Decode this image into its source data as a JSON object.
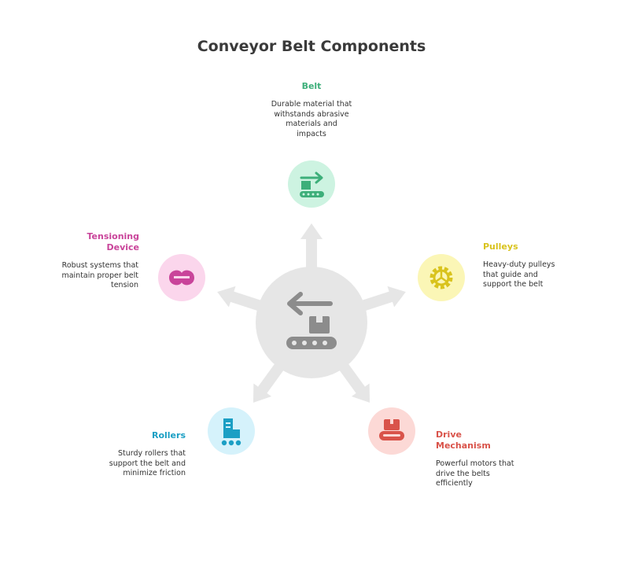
{
  "title": "Conveyor Belt Components",
  "colors": {
    "belt": "#3daf7a",
    "pulleys": "#d9c31d",
    "drive": "#d9534a",
    "rollers": "#1b9fc4",
    "tensioning": "#c9449a",
    "hub": "#e6e6e6",
    "hub_icon": "#8c8c8c"
  },
  "components": {
    "belt": {
      "name": "Belt",
      "description": "Durable material that withstands abrasive materials and impacts",
      "icon": "conveyor-box-icon"
    },
    "pulleys": {
      "name": "Pulleys",
      "description": "Heavy-duty pulleys that guide and support the belt",
      "icon": "gear-icon"
    },
    "drive": {
      "name": "Drive Mechanism",
      "description": "Powerful motors that drive the belts efficiently",
      "icon": "motor-icon"
    },
    "rollers": {
      "name": "Rollers",
      "description": "Sturdy rollers that support the belt and minimize friction",
      "icon": "roller-skate-icon"
    },
    "tensioning": {
      "name": "Tensioning Device",
      "description": "Robust systems that maintain proper belt tension",
      "icon": "tension-icon"
    }
  }
}
